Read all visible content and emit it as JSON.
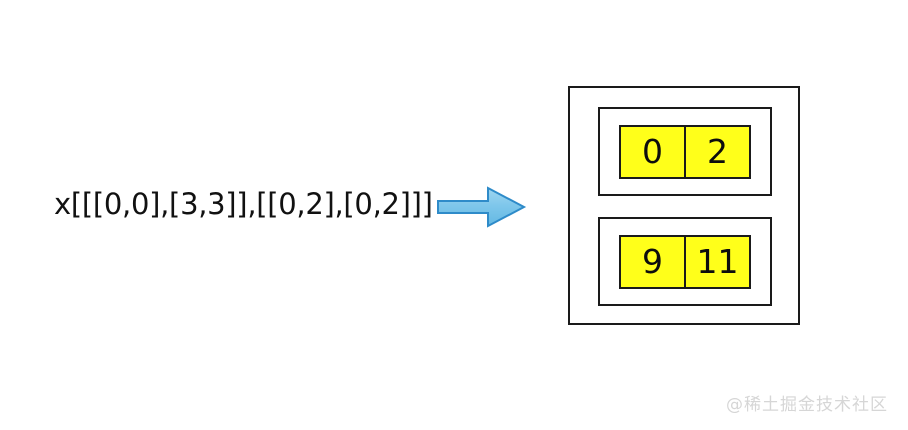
{
  "background_color": "#ffffff",
  "expression": {
    "text": "x[[[0,0],[3,3]],[[0,2],[0,2]]]"
  },
  "arrow": {
    "icon": "right-arrow-icon",
    "fill_color": "#7FC7EB",
    "stroke_color": "#2E8BC9"
  },
  "result": {
    "outer_border_color": "#1a1a1a",
    "cell_fill_color": "#FFFF1A",
    "groups": [
      {
        "cells": [
          "0",
          "2"
        ]
      },
      {
        "cells": [
          "9",
          "11"
        ]
      }
    ]
  },
  "watermark": {
    "text": "@稀土掘金技术社区",
    "color": "#d6d6d6"
  }
}
